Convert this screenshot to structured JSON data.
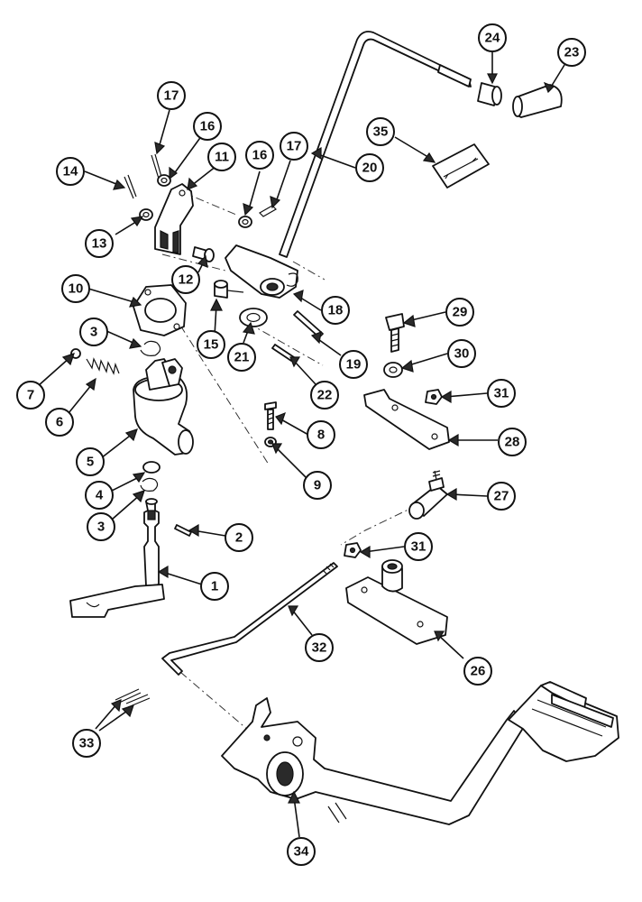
{
  "callouts": [
    {
      "id": "c1",
      "label": "1"
    },
    {
      "id": "c2",
      "label": "2"
    },
    {
      "id": "c3a",
      "label": "3"
    },
    {
      "id": "c3b",
      "label": "3"
    },
    {
      "id": "c4",
      "label": "4"
    },
    {
      "id": "c5",
      "label": "5"
    },
    {
      "id": "c6",
      "label": "6"
    },
    {
      "id": "c7",
      "label": "7"
    },
    {
      "id": "c8",
      "label": "8"
    },
    {
      "id": "c9",
      "label": "9"
    },
    {
      "id": "c10",
      "label": "10"
    },
    {
      "id": "c11",
      "label": "11"
    },
    {
      "id": "c12",
      "label": "12"
    },
    {
      "id": "c13",
      "label": "13"
    },
    {
      "id": "c14",
      "label": "14"
    },
    {
      "id": "c15",
      "label": "15"
    },
    {
      "id": "c16a",
      "label": "16"
    },
    {
      "id": "c16b",
      "label": "16"
    },
    {
      "id": "c17a",
      "label": "17"
    },
    {
      "id": "c17b",
      "label": "17"
    },
    {
      "id": "c18",
      "label": "18"
    },
    {
      "id": "c19",
      "label": "19"
    },
    {
      "id": "c20",
      "label": "20"
    },
    {
      "id": "c21",
      "label": "21"
    },
    {
      "id": "c22",
      "label": "22"
    },
    {
      "id": "c23",
      "label": "23"
    },
    {
      "id": "c24",
      "label": "24"
    },
    {
      "id": "c26",
      "label": "26"
    },
    {
      "id": "c27",
      "label": "27"
    },
    {
      "id": "c28",
      "label": "28"
    },
    {
      "id": "c29",
      "label": "29"
    },
    {
      "id": "c30",
      "label": "30"
    },
    {
      "id": "c31a",
      "label": "31"
    },
    {
      "id": "c31b",
      "label": "31"
    },
    {
      "id": "c32",
      "label": "32"
    },
    {
      "id": "c33",
      "label": "33"
    },
    {
      "id": "c34",
      "label": "34"
    },
    {
      "id": "c35",
      "label": "35"
    }
  ]
}
